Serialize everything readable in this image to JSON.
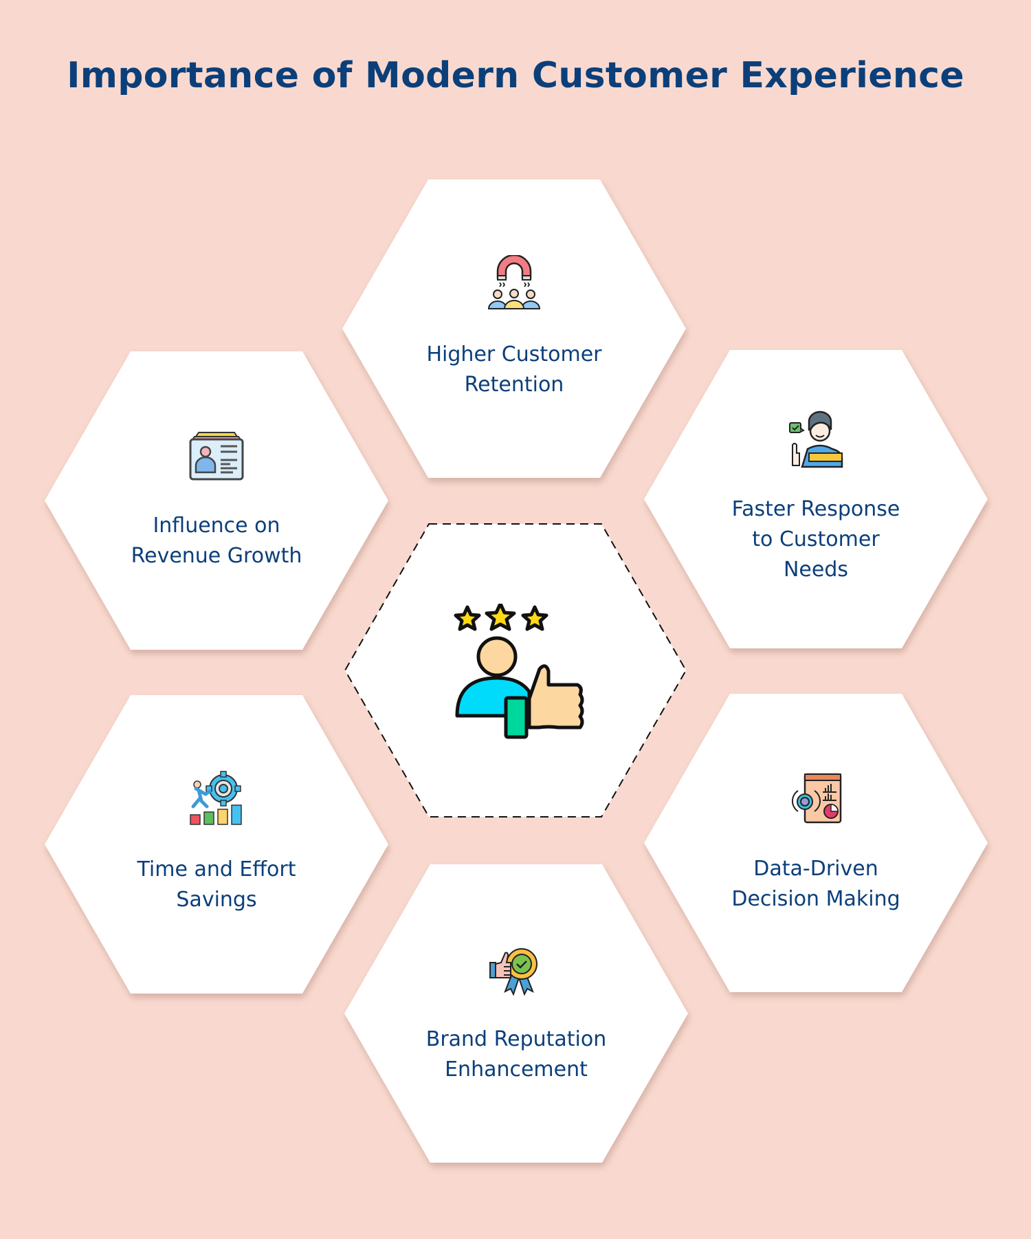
{
  "title": "Importance of Modern Customer Experience",
  "colors": {
    "background": "#f9d9cf",
    "hexagon_fill": "#ffffff",
    "text": "#0b3f7a",
    "dashed_outline": "#111111"
  },
  "center": {
    "icon": "customer-rating-thumbs-up-icon",
    "stars": 3
  },
  "items": [
    {
      "id": "retention",
      "icon": "magnet-customers-icon",
      "label_line1": "Higher Customer",
      "label_line2": "Retention"
    },
    {
      "id": "revenue",
      "icon": "profile-card-icon",
      "label_line1": "Influence on",
      "label_line2": "Revenue Growth"
    },
    {
      "id": "response",
      "icon": "support-agent-thumbs-up-icon",
      "label_line1": "Faster Response",
      "label_line2": "to Customer",
      "label_line3": "Needs"
    },
    {
      "id": "time",
      "icon": "person-pushing-gear-icon",
      "label_line1": "Time and Effort",
      "label_line2": "Savings"
    },
    {
      "id": "data",
      "icon": "gear-report-chart-icon",
      "label_line1": "Data-Driven",
      "label_line2": "Decision Making"
    },
    {
      "id": "brand",
      "icon": "award-badge-thumbs-up-icon",
      "label_line1": "Brand Reputation",
      "label_line2": "Enhancement"
    }
  ]
}
